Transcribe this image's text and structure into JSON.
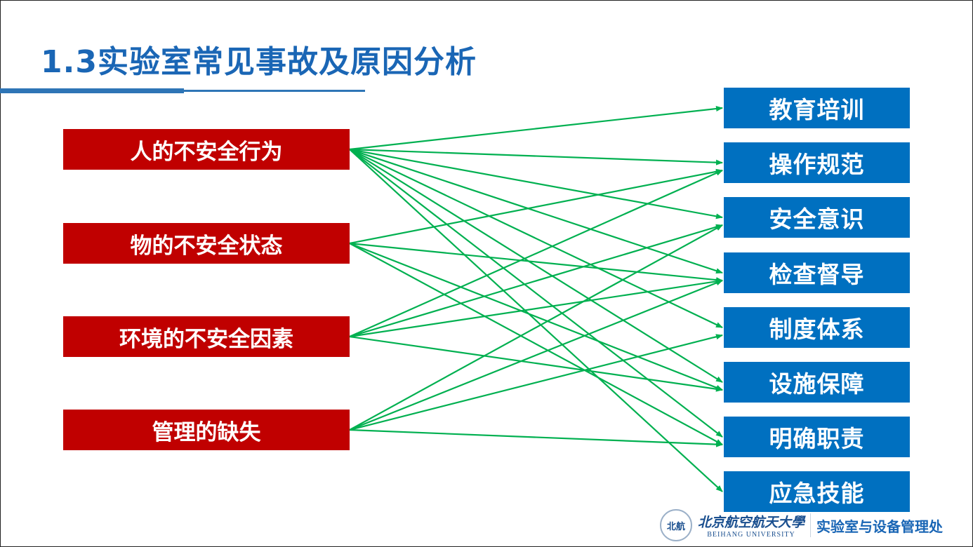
{
  "title": "1.3实验室常见事故及原因分析",
  "causes": [
    "人的不安全行为",
    "物的不安全状态",
    "环境的不安全因素",
    "管理的缺失"
  ],
  "measures": [
    "教育培训",
    "操作规范",
    "安全意识",
    "检查督导",
    "制度体系",
    "设施保障",
    "明确职责",
    "应急技能"
  ],
  "connections": [
    {
      "cause": 0,
      "targets": [
        0,
        1,
        2,
        3,
        4,
        5,
        6,
        7
      ]
    },
    {
      "cause": 1,
      "targets": [
        1,
        3,
        5,
        6
      ]
    },
    {
      "cause": 2,
      "targets": [
        1,
        2,
        3,
        5
      ]
    },
    {
      "cause": 3,
      "targets": [
        2,
        3,
        4,
        6
      ]
    }
  ],
  "colors": {
    "title": "#1a66b5",
    "cause": "#c00000",
    "measure": "#0070c0",
    "arrow": "#00b050"
  },
  "footer": {
    "seal_text": "北航",
    "university_cn": "北京航空航天大學",
    "university_en": "BEIHANG UNIVERSITY",
    "department": "实验室与设备管理处"
  }
}
